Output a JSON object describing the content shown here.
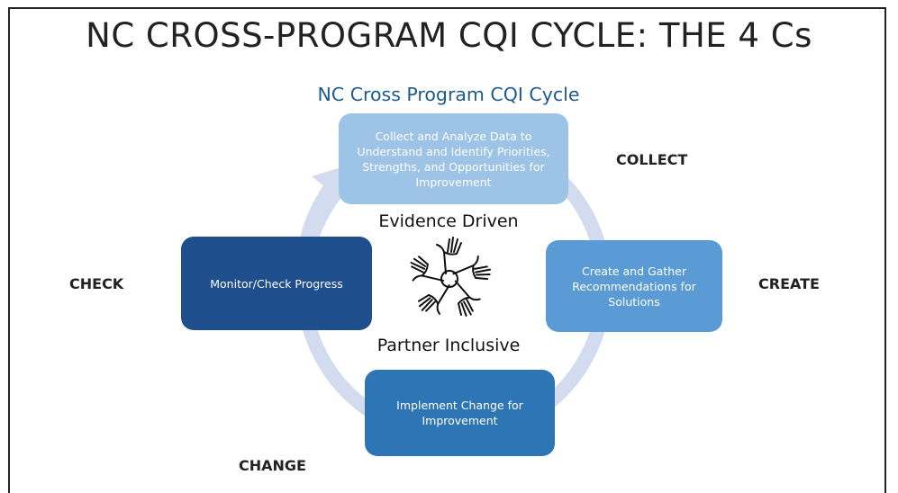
{
  "title": "NC CROSS-PROGRAM CQI CYCLE: THE 4 Cs",
  "cycle_title": "NC Cross Program CQI Cycle",
  "center": {
    "top_text": "Evidence Driven",
    "bottom_text": "Partner Inclusive",
    "icon": "hands-circle-icon"
  },
  "steps": {
    "collect": {
      "label": "COLLECT",
      "text": "Collect and Analyze Data to Understand and Identify Priorities, Strengths, and Opportunities for Improvement",
      "color": "#9dc3e6"
    },
    "create": {
      "label": "CREATE",
      "text": "Create and Gather Recommendations for Solutions",
      "color": "#5b9bd5"
    },
    "change": {
      "label": "CHANGE",
      "text": "Implement Change for Improvement",
      "color": "#2e75b6"
    },
    "check": {
      "label": "CHECK",
      "text": "Monitor/Check Progress",
      "color": "#1f4e8c"
    }
  },
  "colors": {
    "ring": "#d3dcee",
    "cycle_title": "#1f5a8c"
  }
}
